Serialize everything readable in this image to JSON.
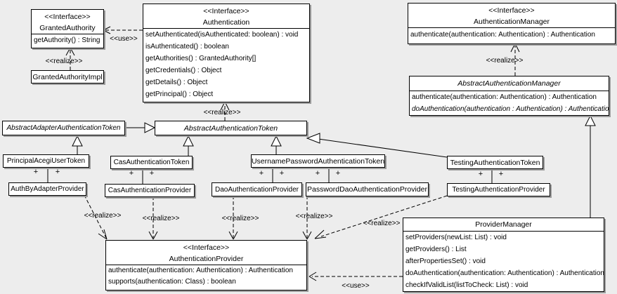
{
  "labels": {
    "use": "<<use>>",
    "realize": "<<realize>>",
    "plus": "+"
  },
  "classes": {
    "granted_authority": {
      "stereotype": "<<Interface>>",
      "name": "GrantedAuthority",
      "methods": [
        "getAuthority() : String"
      ]
    },
    "granted_authority_impl": {
      "name": "GrantedAuthorityImpl"
    },
    "authentication": {
      "stereotype": "<<Interface>>",
      "name": "Authentication",
      "methods": [
        "setAuthenticated(isAuthenticated: boolean) : void",
        "isAuthenticated() : boolean",
        "getAuthorities() : GrantedAuthority[]",
        "getCredentials() : Object",
        "getDetails() : Object",
        "getPrincipal() : Object"
      ]
    },
    "authentication_manager": {
      "stereotype": "<<Interface>>",
      "name": "AuthenticationManager",
      "methods": [
        "authenticate(authentication: Authentication) : Authentication"
      ]
    },
    "abstract_authentication_manager": {
      "name": "AbstractAuthenticationManager",
      "methods": [
        "authenticate(authentication: Authentication) : Authentication",
        "doAuthentication(authentication : Authentication) : Authentication"
      ]
    },
    "abstract_adapter_authentication_token": {
      "name": "AbstractAdapterAuthenticationToken"
    },
    "abstract_authentication_token": {
      "name": "AbstractAuthenticationToken"
    },
    "principal_acegi_user_token": {
      "name": "PrincipalAcegiUserToken"
    },
    "cas_authentication_token": {
      "name": "CasAuthenticationToken"
    },
    "username_password_authentication_token": {
      "name": "UsernamePasswordAuthenticationToken"
    },
    "testing_authentication_token": {
      "name": "TestingAuthenticationToken"
    },
    "auth_by_adapter_provider": {
      "name": "AuthByAdapterProvider"
    },
    "cas_authentication_provider": {
      "name": "CasAuthenticationProvider"
    },
    "dao_authentication_provider": {
      "name": "DaoAuthenticationProvider"
    },
    "password_dao_authentication_provider": {
      "name": "PasswordDaoAuthenticationProvider"
    },
    "testing_authentication_provider": {
      "name": "TestingAuthenticationProvider"
    },
    "authentication_provider": {
      "stereotype": "<<Interface>>",
      "name": "AuthenticationProvider",
      "methods": [
        "authenticate(authentication: Authentication) : Authentication",
        "supports(authentication: Class) : boolean"
      ]
    },
    "provider_manager": {
      "name": "ProviderManager",
      "methods": [
        "setProviders(newList: List) : void",
        "getProviders() : List",
        "afterPropertiesSet() : void",
        "doAuthentication(authentication: Authentication) : Authentication",
        "checkIfValidList(listToCheck: List) : void"
      ]
    }
  }
}
